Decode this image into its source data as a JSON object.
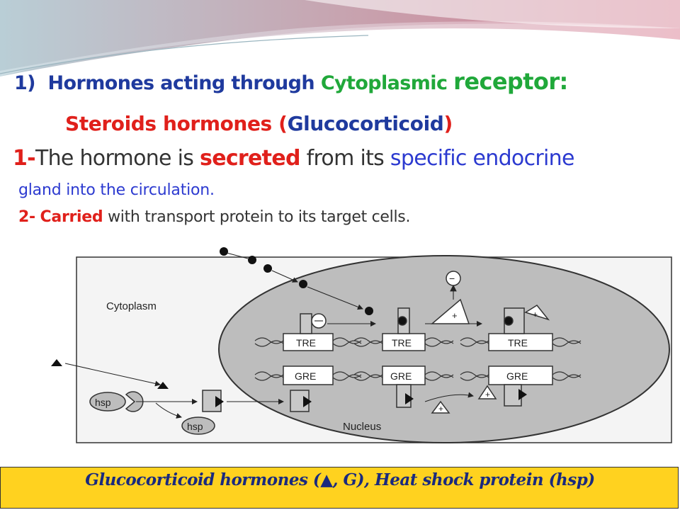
{
  "title": {
    "number": "1)",
    "part1": "Hormones acting through",
    "part2": "Cytoplasmic",
    "part3": "receptor:"
  },
  "subtitle": {
    "part1": "Steroids hormones (",
    "part2": "Glucocorticoid",
    "part3": ")"
  },
  "point1": {
    "num": "1-",
    "t1": "The hormone is",
    "t2": "secreted",
    "t3": "from its",
    "t4": "specific endocrine",
    "cont": "gland into the circulation."
  },
  "point2": {
    "num": "2-",
    "t1": "Carried",
    "t2": "with transport protein to its target cells."
  },
  "diagram": {
    "cytoplasm_label": "Cytoplasm",
    "nucleus_label": "Nucleus",
    "tre_label": "TRE",
    "gre_label": "GRE",
    "hsp_label": "hsp",
    "plus_sign": "+",
    "minus_sign": "−"
  },
  "caption": {
    "text": "Glucocorticoid hormones (▲, G), Heat shock protein (hsp)"
  },
  "colors": {
    "dark_blue": "#1f3a9e",
    "green": "#20a83a",
    "red": "#e0201b",
    "blue": "#2c3ad0",
    "caption_bg": "#ffd21f"
  }
}
